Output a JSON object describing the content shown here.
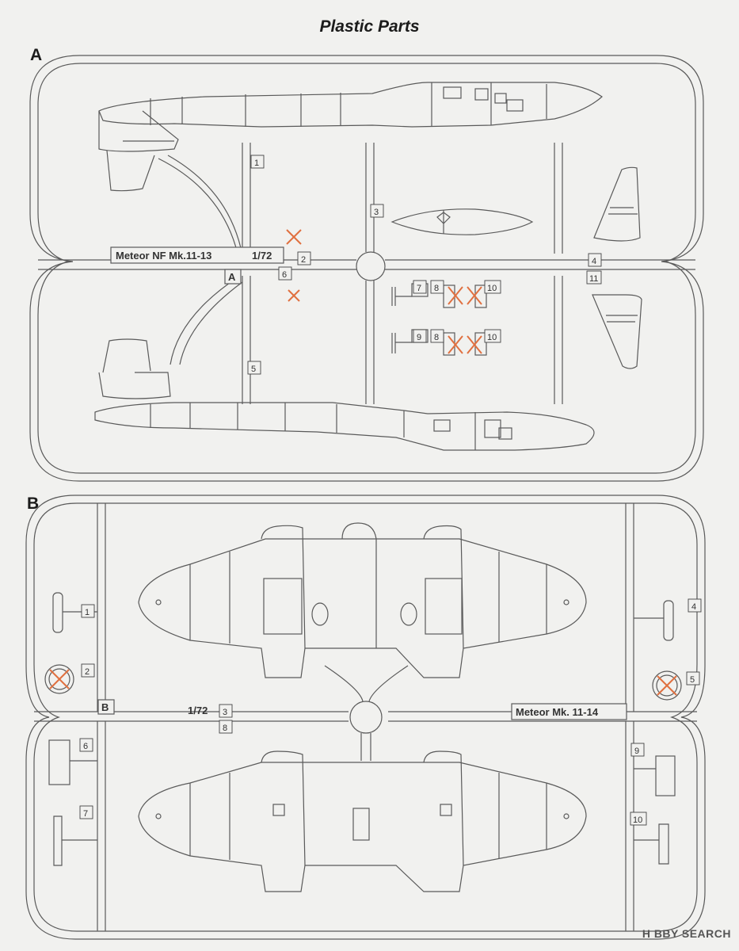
{
  "page_title": "Plastic Parts",
  "sprue_a": {
    "letter": "A",
    "label": "Meteor NF Mk.11-13",
    "scale": "1/72",
    "frame_letter": "A",
    "parts": [
      "1",
      "2",
      "3",
      "4",
      "5",
      "6",
      "7",
      "8",
      "9",
      "10",
      "11"
    ],
    "unused_mark_color": "#e07040"
  },
  "sprue_b": {
    "letter": "B",
    "label": "Meteor Mk. 11-14",
    "scale": "1/72",
    "frame_letter": "B",
    "parts": [
      "1",
      "2",
      "3",
      "4",
      "5",
      "6",
      "7",
      "8",
      "9",
      "10"
    ]
  },
  "watermark": {
    "brand": "H BBY",
    "suffix": "SEARCH"
  },
  "colors": {
    "line": "#5a5a5a",
    "background": "#f1f1ef",
    "unused": "#e07040"
  }
}
